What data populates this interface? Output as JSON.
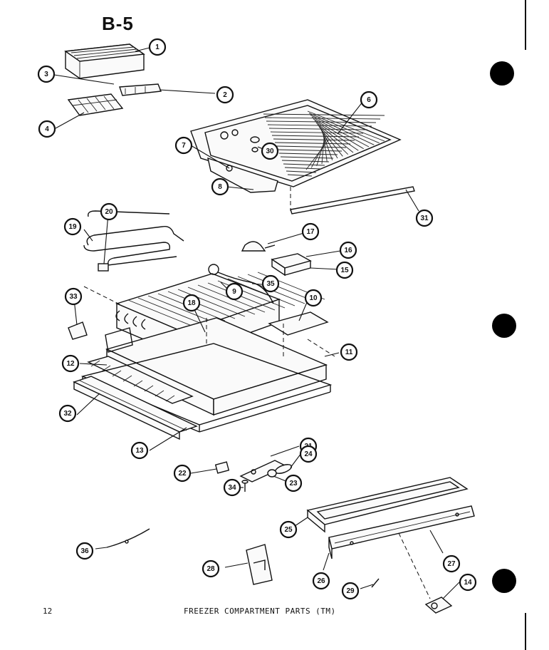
{
  "header": {
    "section_code": "B-5"
  },
  "footer": {
    "page_number": "12",
    "caption": "FREEZER COMPARTMENT PARTS (TM)"
  },
  "callouts": [
    "1",
    "2",
    "3",
    "4",
    "6",
    "7",
    "8",
    "30",
    "31",
    "19",
    "20",
    "17",
    "16",
    "15",
    "9",
    "35",
    "33",
    "18",
    "10",
    "11",
    "12",
    "32",
    "13",
    "21",
    "24",
    "22",
    "23",
    "34",
    "25",
    "26",
    "27",
    "28",
    "29",
    "36",
    "14"
  ]
}
